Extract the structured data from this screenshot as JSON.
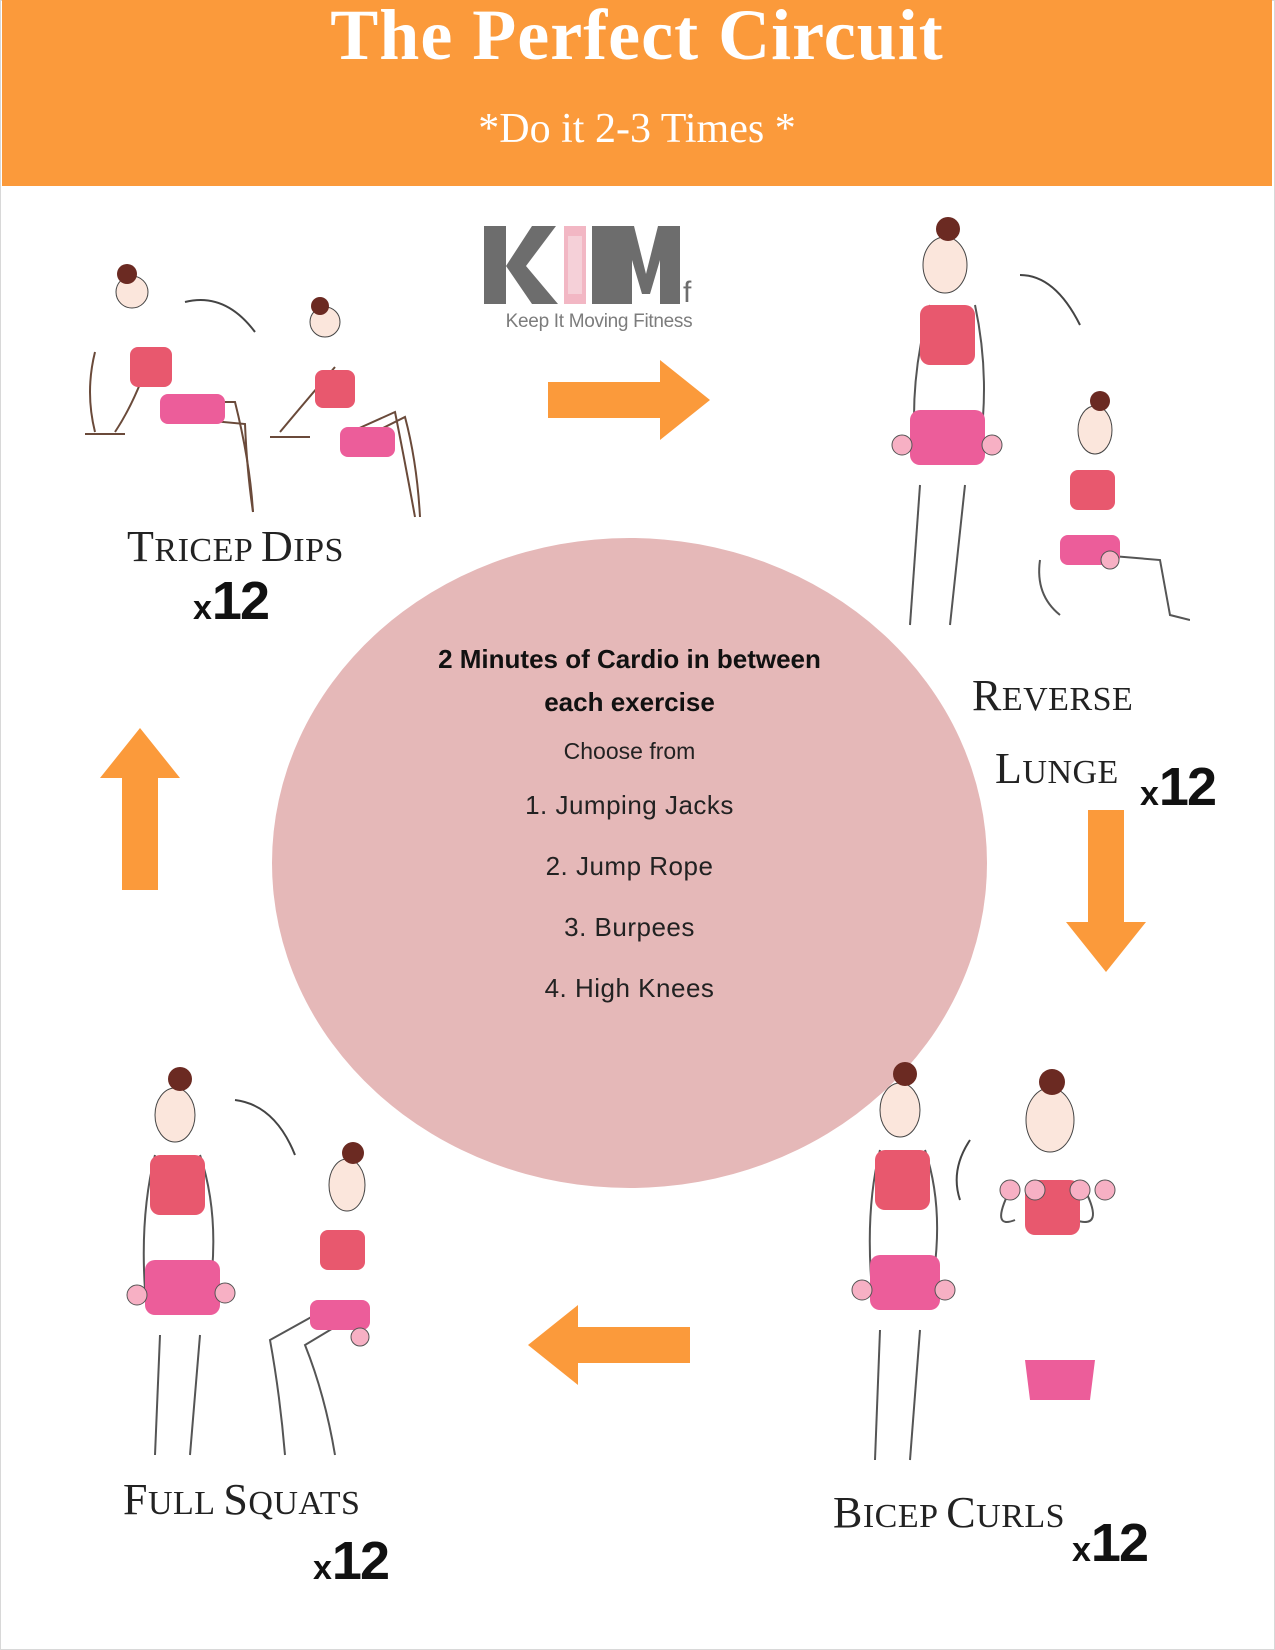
{
  "header": {
    "title": "The Perfect Circuit",
    "subtitle": "*Do it 2-3 Times *"
  },
  "logo": {
    "letters": "KIMf",
    "tagline": "Keep It Moving Fitness"
  },
  "colors": {
    "header_bg": "#fb9a3b",
    "arrow": "#fb9a3b",
    "circle": "#e5b8b8",
    "top": "#e8586e",
    "shorts": "#ec5d9a"
  },
  "center": {
    "heading_line1": "2 Minutes of Cardio in between",
    "heading_line2": "each exercise",
    "choose": "Choose from",
    "options": [
      "1.  Jumping Jacks",
      "2.  Jump Rope",
      "3.  Burpees",
      "4.  High Knees"
    ]
  },
  "exercises": {
    "tricep_dips": {
      "cap1": "T",
      "rest1": "RICEP ",
      "cap2": "D",
      "rest2": "IPS",
      "x": "x",
      "reps": "12"
    },
    "reverse_lunge": {
      "cap1": "R",
      "rest1": "EVERSE",
      "cap2": "L",
      "rest2": "UNGE",
      "x": "x",
      "reps": "12"
    },
    "bicep_curls": {
      "cap1": "B",
      "rest1": "ICEP ",
      "cap2": "C",
      "rest2": "URLS",
      "x": "x",
      "reps": "12"
    },
    "full_squats": {
      "cap1": "F",
      "rest1": "ULL ",
      "cap2": "S",
      "rest2": "QUATS",
      "x": "x",
      "reps": "12"
    }
  }
}
